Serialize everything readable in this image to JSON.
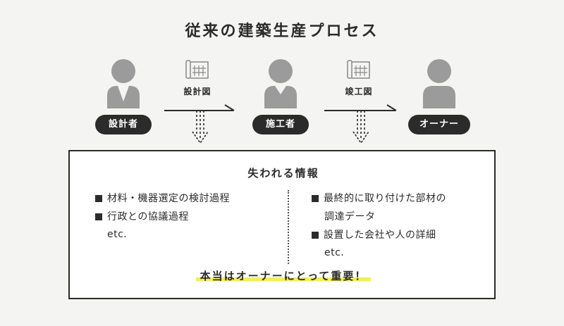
{
  "title": "従来の建築生産プロセス",
  "actors": [
    {
      "label": "設計者"
    },
    {
      "label": "施工者"
    },
    {
      "label": "オーナー"
    }
  ],
  "documents": [
    {
      "label": "設計図",
      "icon": "blueprint-icon"
    },
    {
      "label": "竣工図",
      "icon": "blueprint-icon"
    }
  ],
  "info_box": {
    "title": "失われる情報",
    "left_items": [
      "材料・機器選定の検討過程",
      "行政との協議過程"
    ],
    "left_etc": "etc.",
    "right_items": [
      "最終的に取り付けた部材の",
      "調達データ",
      "設置した会社や人の詳細"
    ],
    "right_etc": "etc.",
    "emphasis": "本当はオーナーにとって重要！"
  },
  "colors": {
    "dark": "#2b2b2b",
    "person_gray": "#9b9b9b",
    "highlight": "#f3ee5a",
    "background": "#f4f4f2"
  }
}
